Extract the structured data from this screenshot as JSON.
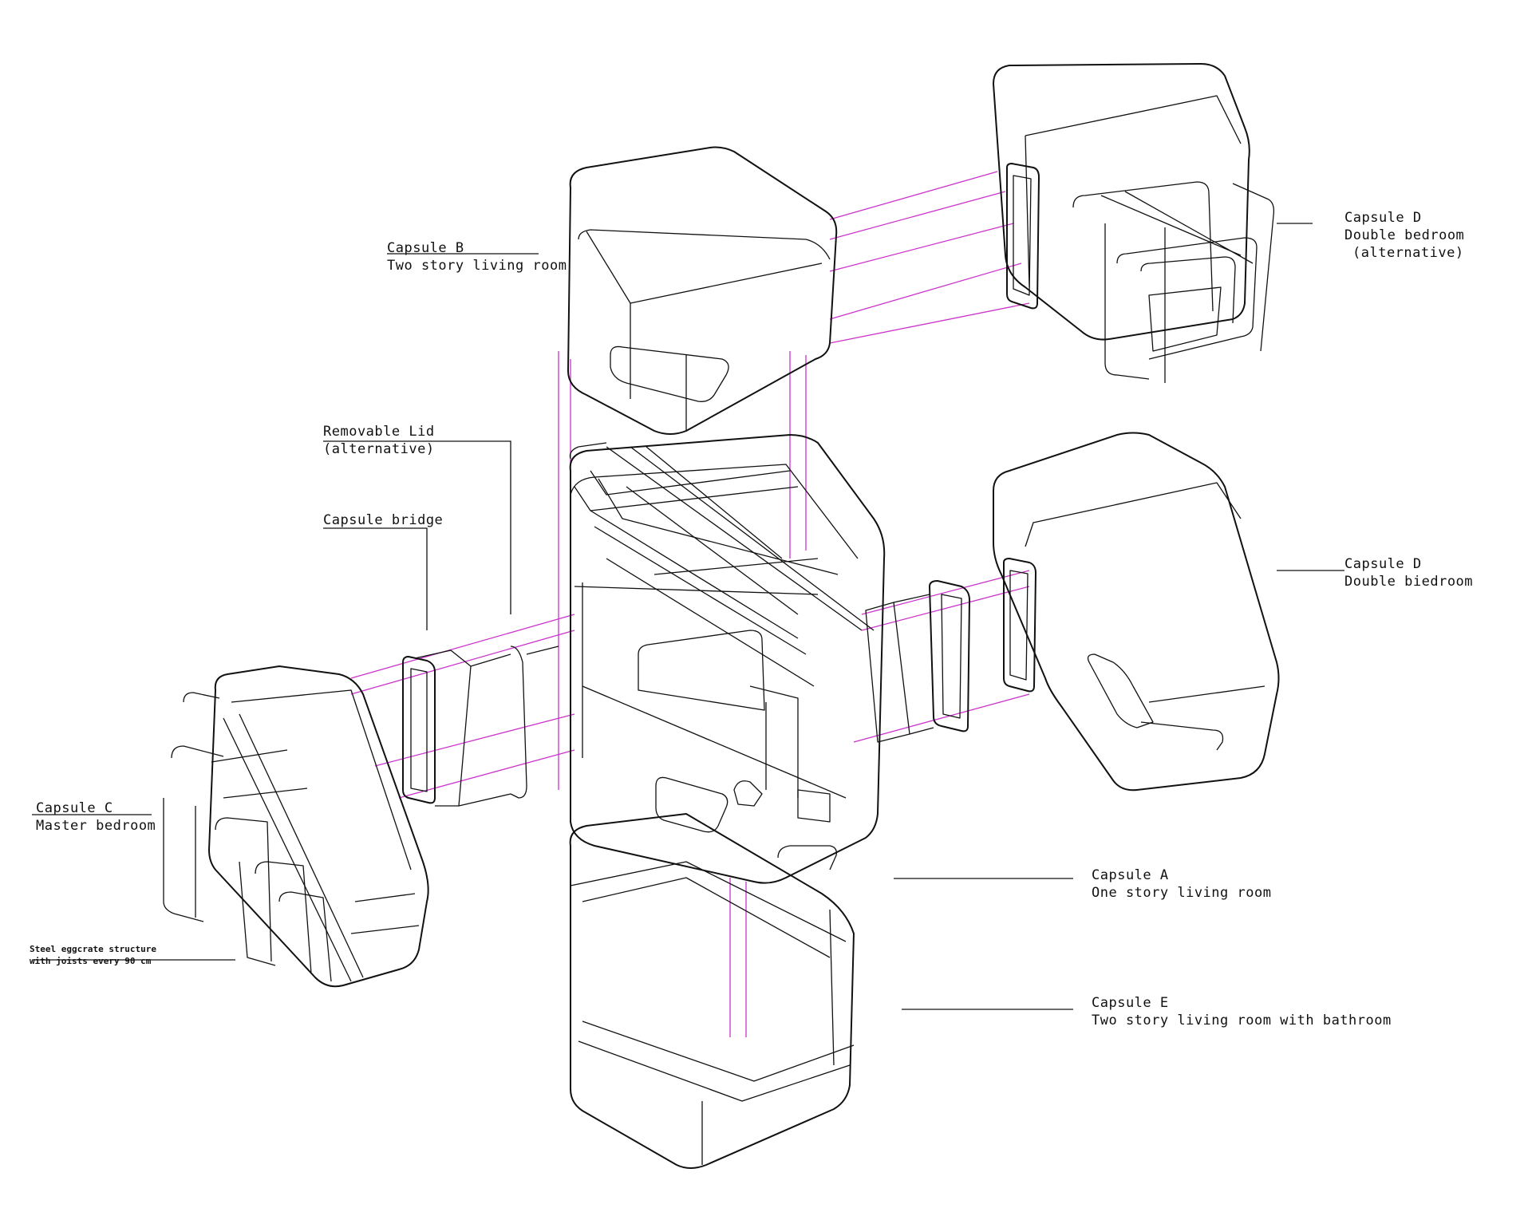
{
  "colors": {
    "line": "#111111",
    "projection": "#cc33cc",
    "background": "#ffffff"
  },
  "labels": {
    "capsule_b": {
      "title": "Capsule B",
      "desc": "Two story living room"
    },
    "capsule_d_alt": {
      "title": "Capsule D",
      "desc": "Double bedroom",
      "note": "(alternative)"
    },
    "removable_lid": {
      "title": "Removable Lid",
      "note": "(alternative)"
    },
    "capsule_bridge": {
      "title": "Capsule bridge"
    },
    "capsule_d": {
      "title": "Capsule D",
      "desc": "Double biedroom"
    },
    "capsule_c": {
      "title": "Capsule C",
      "desc": "Master bedroom"
    },
    "steel": {
      "line1": "Steel eggcrate structure",
      "line2": "with joists every 90 cm"
    },
    "capsule_a": {
      "title": "Capsule A",
      "desc": "One story living room"
    },
    "capsule_e": {
      "title": "Capsule E",
      "desc": "Two story living room with bathroom"
    }
  }
}
